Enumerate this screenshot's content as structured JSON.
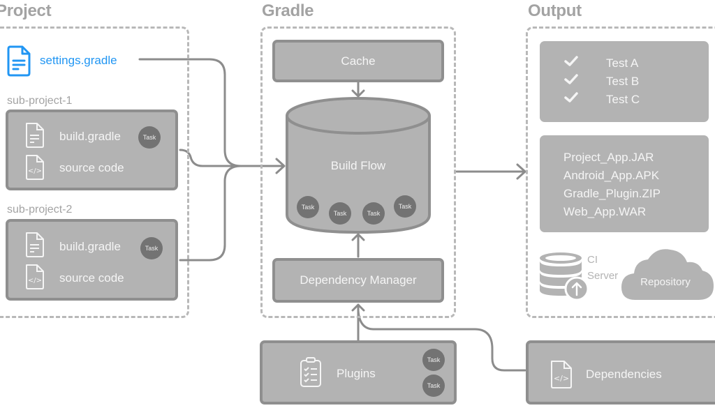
{
  "sections": {
    "project": "Project",
    "gradle": "Gradle",
    "output": "Output"
  },
  "project": {
    "settings_file": "settings.gradle",
    "subprojects": [
      {
        "name": "sub-project-1",
        "build_file": "build.gradle",
        "source": "source code",
        "task": "Task"
      },
      {
        "name": "sub-project-2",
        "build_file": "build.gradle",
        "source": "source code",
        "task": "Task"
      }
    ]
  },
  "gradle": {
    "cache": "Cache",
    "build_flow": "Build Flow",
    "build_flow_tasks": [
      "Task",
      "Task",
      "Task",
      "Task"
    ],
    "dependency_manager": "Dependency Manager"
  },
  "plugins": {
    "label": "Plugins",
    "tasks": [
      "Task",
      "Task"
    ]
  },
  "dependencies": {
    "label": "Dependencies"
  },
  "output": {
    "tests": [
      "Test A",
      "Test B",
      "Test C"
    ],
    "artifacts": [
      "Project_App.JAR",
      "Android_App.APK",
      "Gradle_Plugin.ZIP",
      "Web_App.WAR"
    ],
    "ci_server": [
      "CI",
      "Server"
    ],
    "repository": "Repository"
  },
  "colors": {
    "accent": "#2196f3",
    "box_fill": "#b3b3b3",
    "box_border": "#8f8f8f",
    "task_fill": "#737373",
    "dashed_border": "#b8b8b8",
    "connector": "#8c8c8c"
  }
}
